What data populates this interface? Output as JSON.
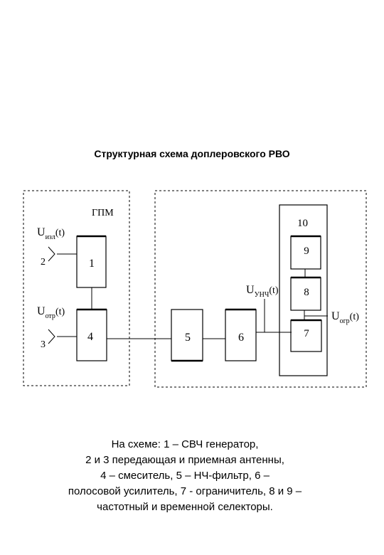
{
  "title": "Структурная схема доплеровского РВО",
  "diagram": {
    "label_gpm": "ГПМ",
    "blocks": [
      "1",
      "4",
      "5",
      "6",
      "7",
      "8",
      "9",
      "10"
    ],
    "antennas": [
      "2",
      "3"
    ],
    "signals": {
      "u_izl": {
        "main": "U",
        "sub": "изл",
        "tail": "(t)"
      },
      "u_otr": {
        "main": "U",
        "sub": "отр",
        "tail": "(t)"
      },
      "u_unch": {
        "main": "U",
        "sub": "УНЧ",
        "tail": "(t)"
      },
      "u_ogr": {
        "main": "U",
        "sub": "огр",
        "tail": "(t)"
      }
    }
  },
  "caption": {
    "lines": [
      "На схеме:  1 – СВЧ генератор,",
      "2 и 3 передающая и приемная антенны,",
      "4 – смеситель, 5 – НЧ-фильтр, 6 –",
      "полосовой усилитель, 7 - ограничитель, 8 и 9 –",
      "частотный и временной селекторы."
    ]
  }
}
